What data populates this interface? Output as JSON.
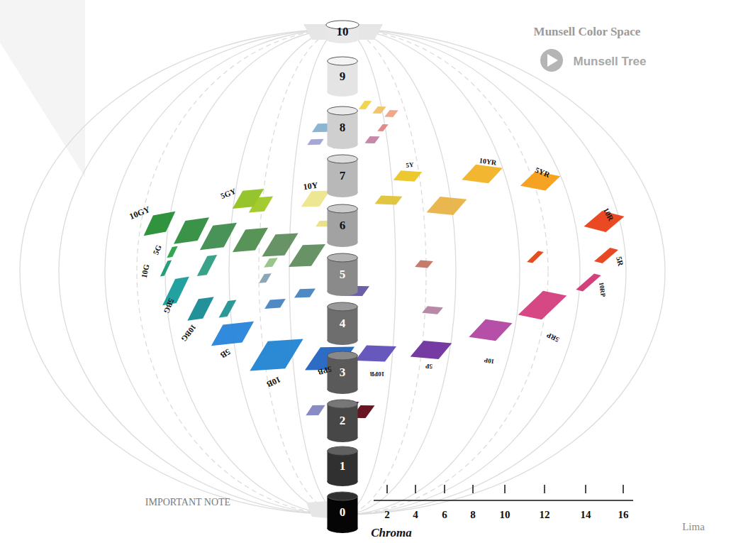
{
  "diagram": {
    "title": "Munsell Color Space",
    "nodes": [
      {
        "text": [
          "10"
        ]
      },
      {
        "text": [
          "9"
        ]
      },
      {
        "text": [
          "8"
        ]
      },
      {
        "text": [
          "7"
        ]
      },
      {
        "text": [
          "6"
        ]
      },
      {
        "text": [
          "5"
        ]
      },
      {
        "text": [
          "4"
        ]
      },
      {
        "text": [
          "3"
        ]
      },
      {
        "text": [
          "2"
        ]
      },
      {
        "text": [
          "1"
        ]
      },
      {
        "text": [
          "0"
        ]
      }
    ],
    "labels": [
      "Munsell Tree",
      "10GY",
      "5GY",
      "10Y",
      "5Y",
      "10YR",
      "5YR",
      "10R",
      "5R",
      "10RP",
      "5RP",
      "10P",
      "5P",
      "10PB",
      "5PB",
      "10B",
      "5B",
      "10BG",
      "5BG",
      "10G",
      "5G",
      "2",
      "4",
      "6",
      "8",
      "10",
      "12",
      "14",
      "16",
      "Chroma",
      "IMPORTANT NOTE",
      "Lima"
    ]
  }
}
